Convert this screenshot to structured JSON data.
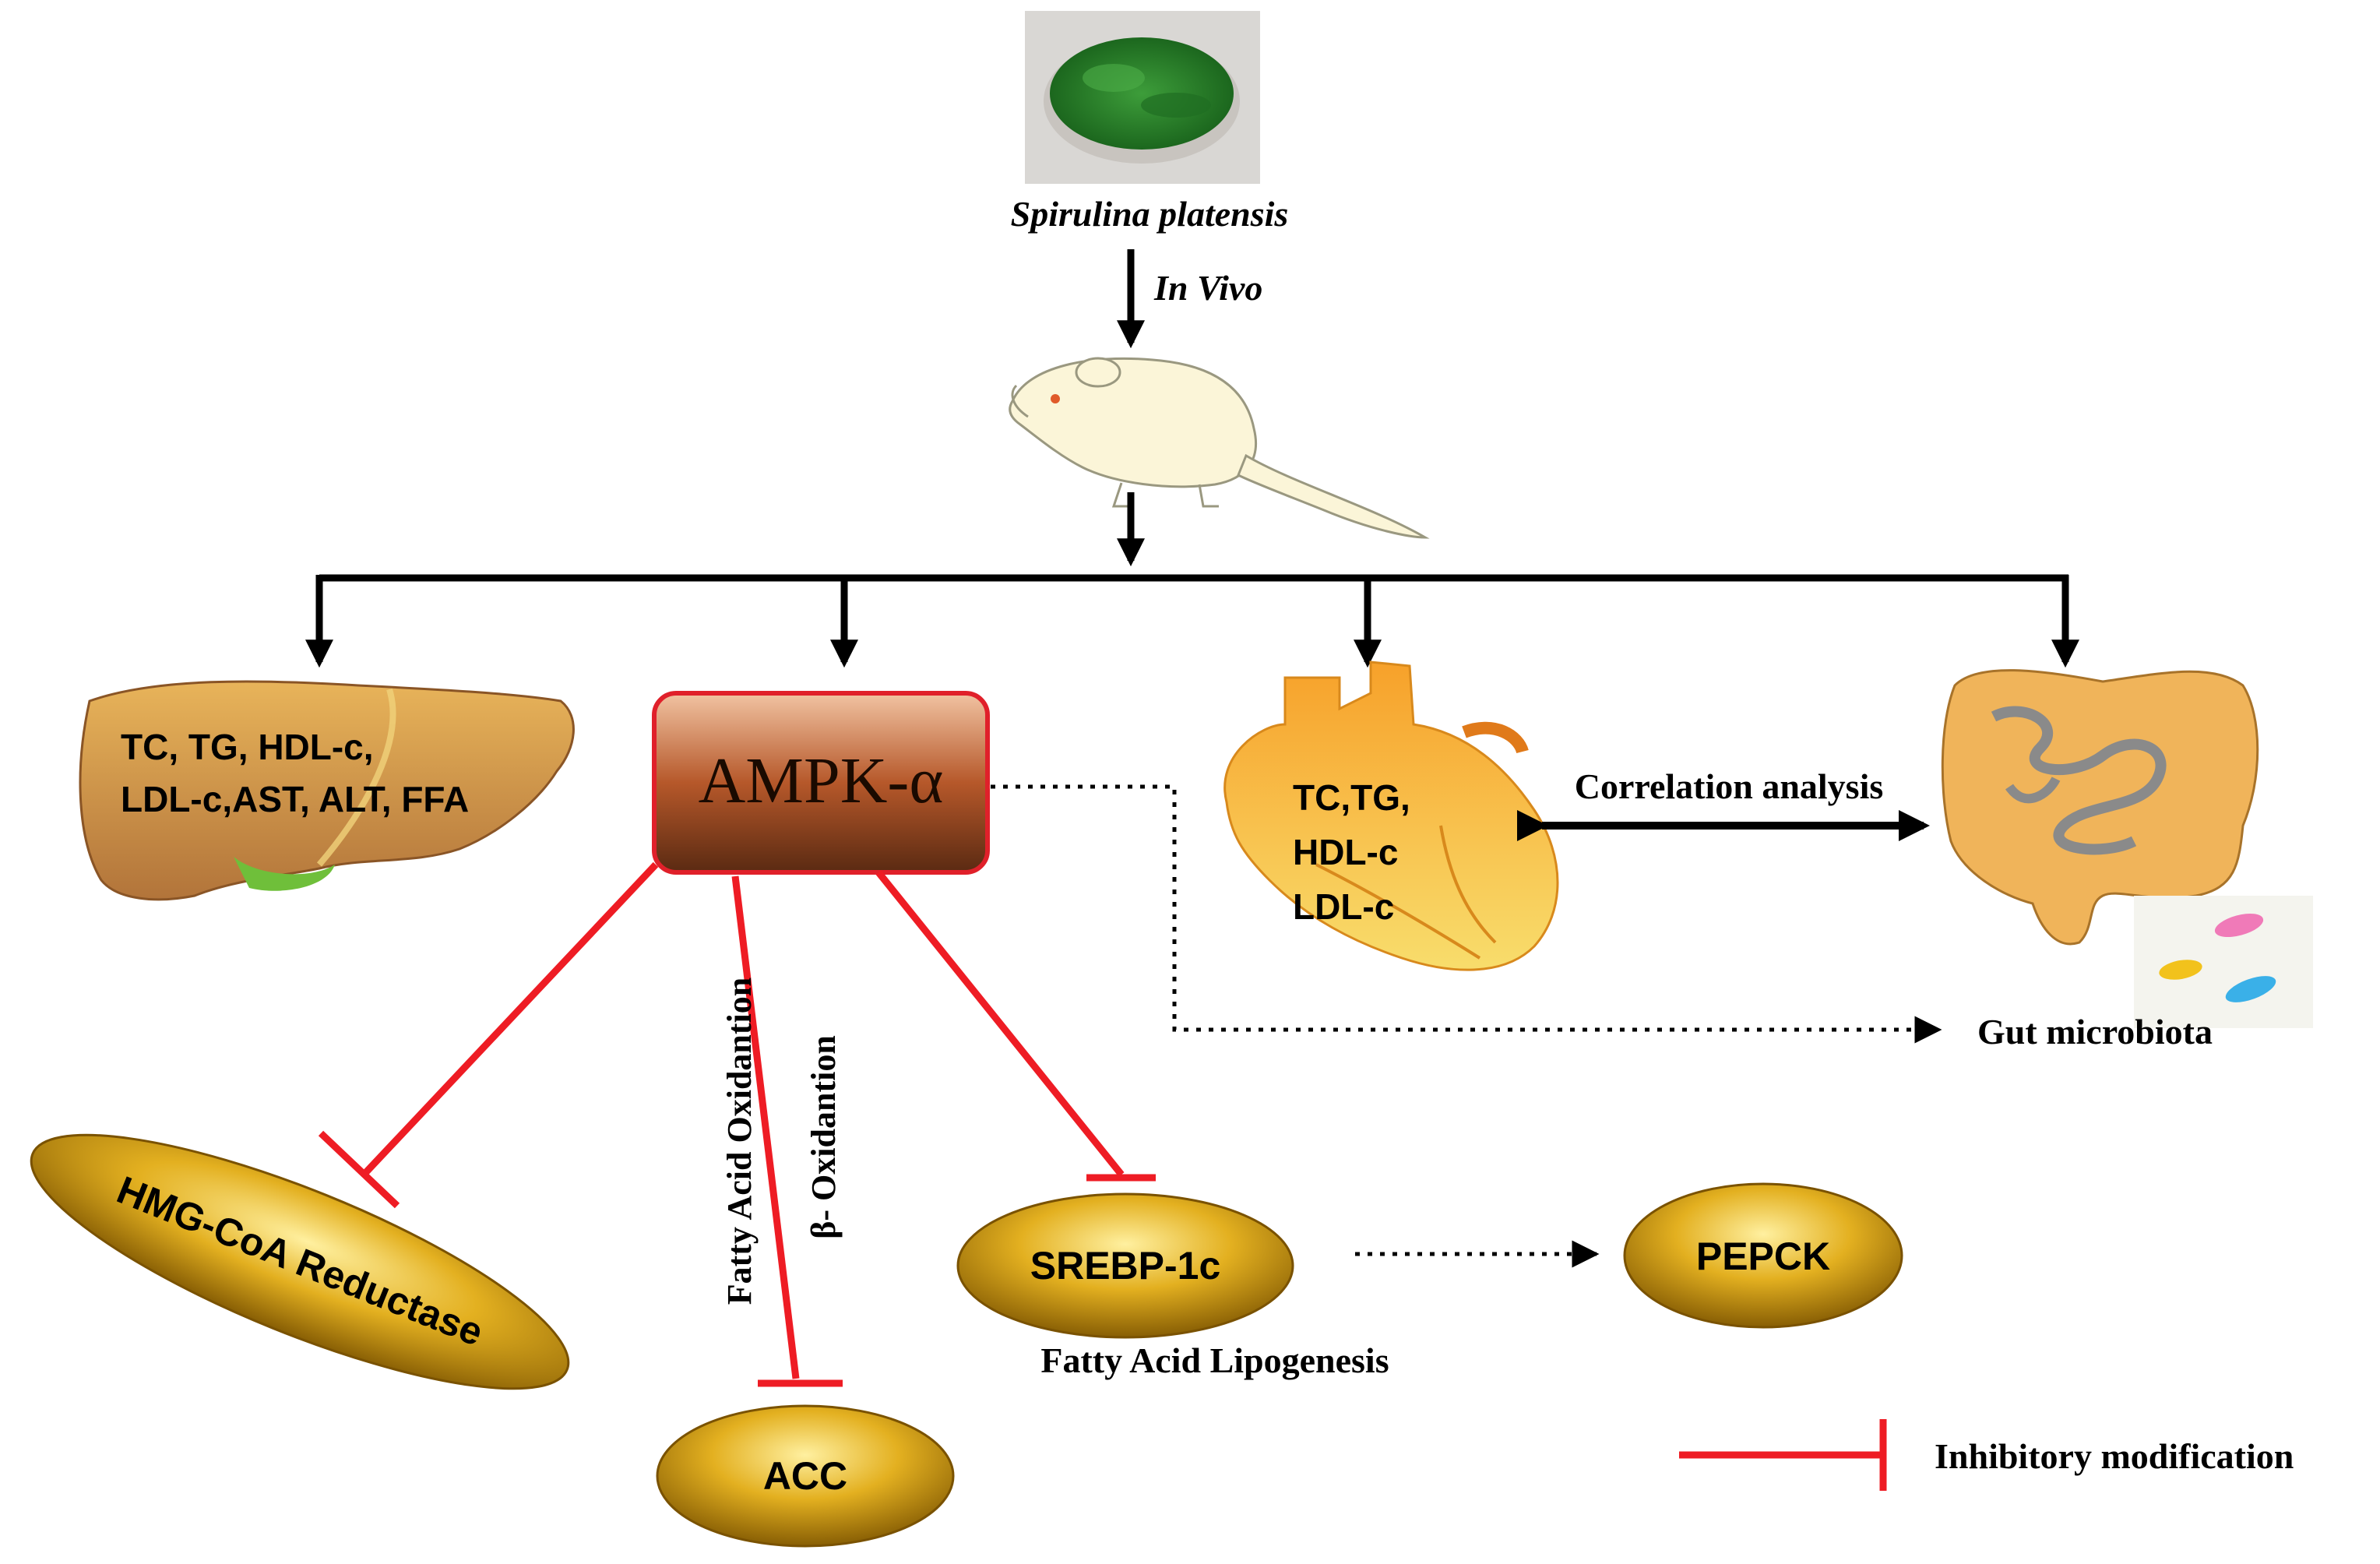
{
  "source": {
    "name": "Spirulina platensis",
    "route": "In Vivo"
  },
  "liver": {
    "line1": "TC, TG, HDL-c,",
    "line2": "LDL-c,AST, ALT, FFA"
  },
  "ampk": {
    "label": "AMPK-α"
  },
  "heart": {
    "line1": "TC,TG,",
    "line2": "HDL-c",
    "line3": "LDL-c"
  },
  "correlation": {
    "label": "Correlation analysis"
  },
  "gut": {
    "label": "Gut microbiota"
  },
  "pathways": {
    "hmg": "HMG-CoA Reductase",
    "acc": "ACC",
    "srebp": "SREBP-1c",
    "pepck": "PEPCK",
    "fatty_acid_oxidation": "Fatty Acid Oxidantion",
    "beta_oxidation": "β- Oxidantion",
    "lipogenesis": "Fatty Acid Lipogenesis"
  },
  "legend": {
    "label": "Inhibitory modification"
  },
  "colors": {
    "inhibit": "#ee1c24",
    "arrow": "#000000",
    "ampk_fill": "#b8592a",
    "ampk_border": "#e0202a",
    "ellipse_fill": "#d09a10",
    "liver": "#c98a3c",
    "heart": "#f6c94a",
    "gut": "#f0b45a",
    "spirulina": "#2e8a2e"
  }
}
